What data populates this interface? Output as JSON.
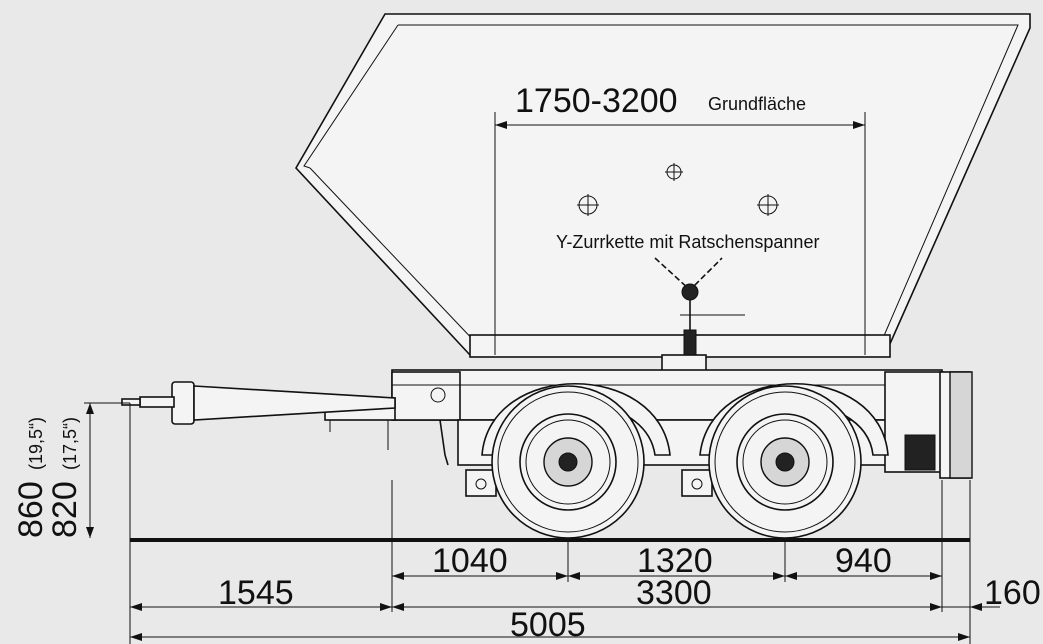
{
  "labels": {
    "base_area_value": "1750-3200",
    "base_area_text": "Grundfläche",
    "chain_note": "Y-Zurrkette mit Ratschenspanner"
  },
  "dimensions": {
    "horizontal": {
      "front_to_axle": "1040",
      "axle_spacing": "1320",
      "rear_overhang": "940",
      "drawbar": "1545",
      "frame": "3300",
      "rear": "160",
      "overall": "5005"
    },
    "vertical": {
      "h860": "860",
      "h860_in": "(19,5“)",
      "h820": "820",
      "h820_in": "(17,5“)"
    }
  }
}
